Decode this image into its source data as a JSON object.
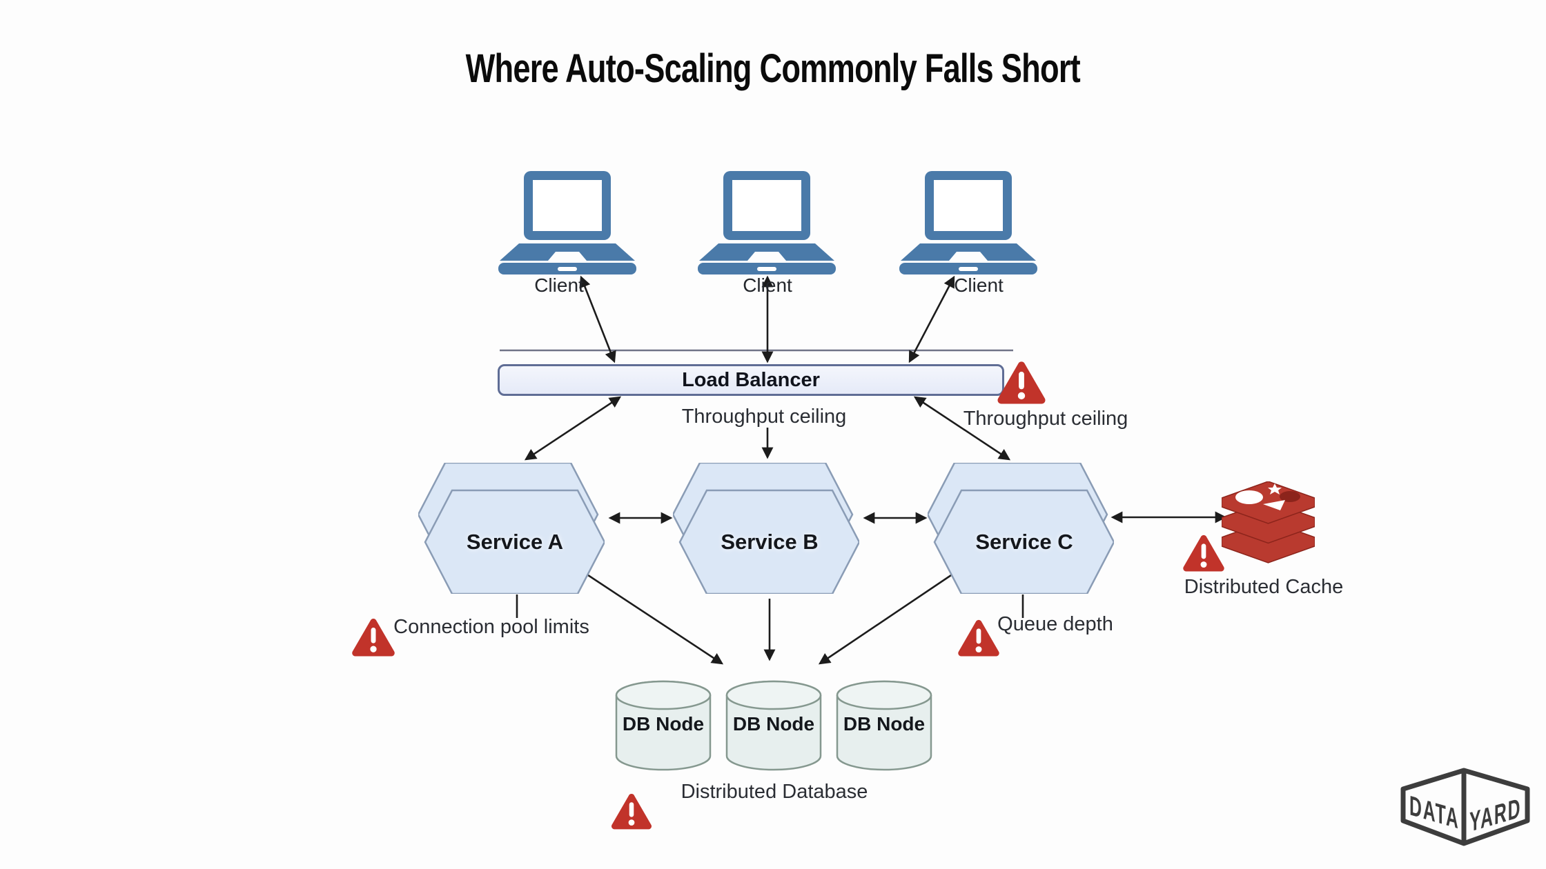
{
  "title": "Where Auto-Scaling Commonly Falls Short",
  "clients": [
    {
      "label": "Client"
    },
    {
      "label": "Client"
    },
    {
      "label": "Client"
    }
  ],
  "load_balancer": {
    "label": "Load Balancer"
  },
  "services": [
    {
      "label": "Service A"
    },
    {
      "label": "Service B"
    },
    {
      "label": "Service C"
    }
  ],
  "db_nodes": [
    {
      "label": "DB Node"
    },
    {
      "label": "DB Node"
    },
    {
      "label": "DB Node"
    }
  ],
  "annotations": {
    "throughput_ceiling_left": "Throughput ceiling",
    "throughput_ceiling_right": "Throughput ceiling",
    "connection_pool_limits": "Connection pool limits",
    "queue_depth": "Queue depth",
    "distributed_cache": "Distributed Cache",
    "distributed_database": "Distributed Database"
  },
  "logo": {
    "left": "DATA",
    "right": "YARD"
  },
  "colors": {
    "warning_red": "#c1332a",
    "client_blue": "#4a7aa9",
    "service_fill": "#dbe7f6",
    "service_border": "#8a9cb5",
    "lb_fill": "#e9eefa",
    "lb_border": "#5f6d95",
    "db_fill": "#e7efee",
    "db_border": "#85988f",
    "cache_red": "#b93a2f",
    "logo_gray": "#3d3d3d",
    "arrow": "#1c1c1c"
  }
}
